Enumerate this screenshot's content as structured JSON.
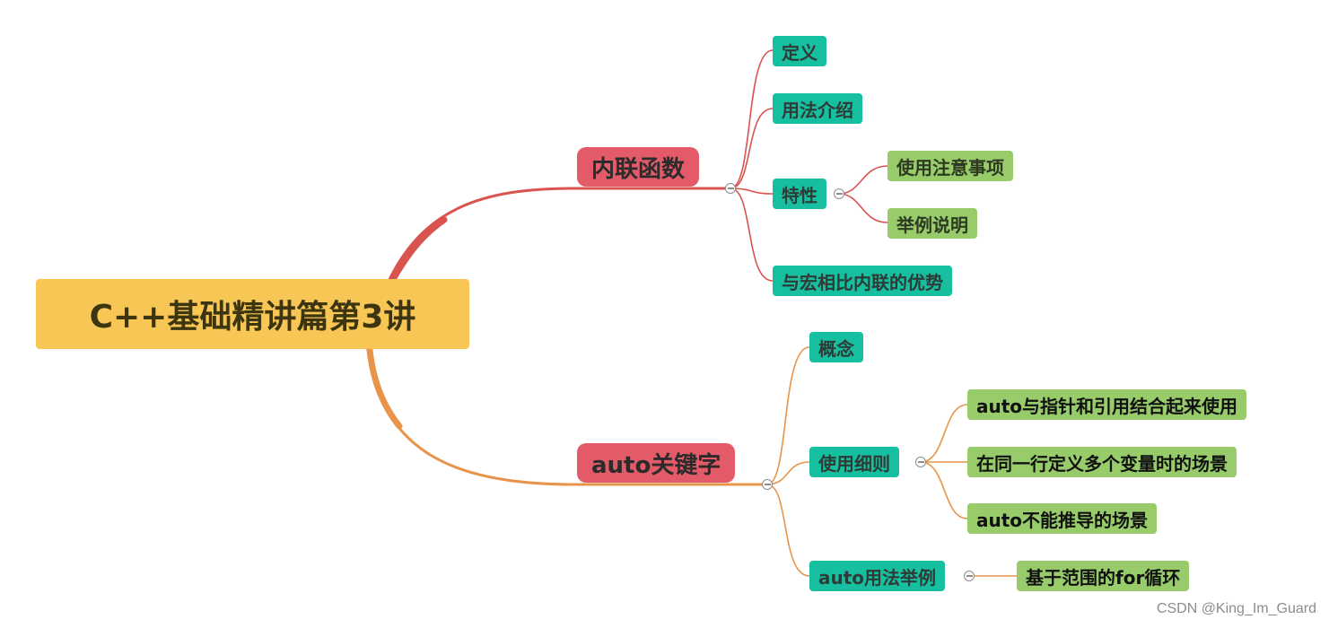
{
  "root": {
    "label": "C++基础精讲篇第3讲"
  },
  "branch_inline": {
    "label": "内联函数",
    "color": "#d9534f",
    "children": {
      "definition": "定义",
      "usage": "用法介绍",
      "features": {
        "label": "特性",
        "children": [
          "使用注意事项",
          "举例说明"
        ]
      },
      "vs_macro": "与宏相比内联的优势"
    }
  },
  "branch_auto": {
    "label": "auto关键字",
    "color": "#e8944a",
    "children": {
      "concept": "概念",
      "details": {
        "label": "使用细则",
        "children": [
          "auto与指针和引用结合起来使用",
          "在同一行定义多个变量时的场景",
          "auto不能推导的场景"
        ]
      },
      "examples": {
        "label": "auto用法举例",
        "children": [
          "基于范围的for循环"
        ]
      }
    }
  },
  "colors": {
    "root_fill": "#f8c655",
    "main_fill": "#e35b68",
    "sub_fill": "#16bf9f",
    "leaf_fill": "#98cc6a"
  },
  "watermark": "CSDN @King_Im_Guard"
}
